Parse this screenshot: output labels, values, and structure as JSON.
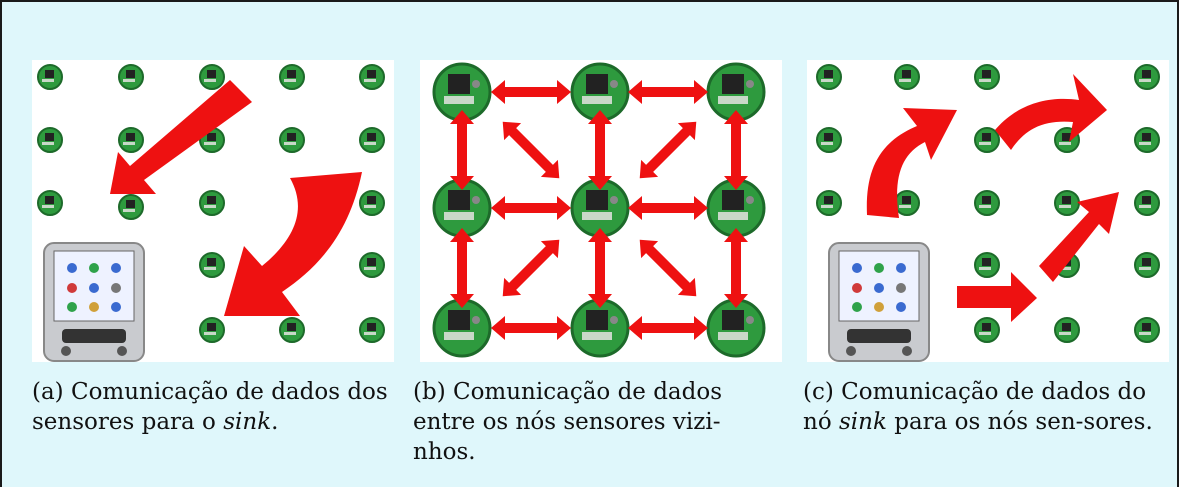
{
  "panels": [
    {
      "id": "a",
      "caption_label": "(a)",
      "caption_pre": " Comunicação de dados dos sensores para o ",
      "caption_em": "sink",
      "caption_post": "."
    },
    {
      "id": "b",
      "caption_label": "(b)",
      "caption_pre": " Comunicação de dados entre os nós sensores vizi-nhos.",
      "caption_em": "",
      "caption_post": ""
    },
    {
      "id": "c",
      "caption_label": "(c)",
      "caption_pre": " Comunicação de dados do nó ",
      "caption_em": "sink",
      "caption_post": " para os nós sen-sores."
    }
  ],
  "colors": {
    "background": "#dff7fb",
    "arrow": "#ee1111",
    "node": "#2e9a3e",
    "node_dark": "#1d6a2a",
    "pda_body": "#c9cbcf",
    "pda_screen": "#eef2ff"
  },
  "icons": [
    "sensor-node-icon",
    "pda-sink-icon",
    "arrow-icon"
  ]
}
